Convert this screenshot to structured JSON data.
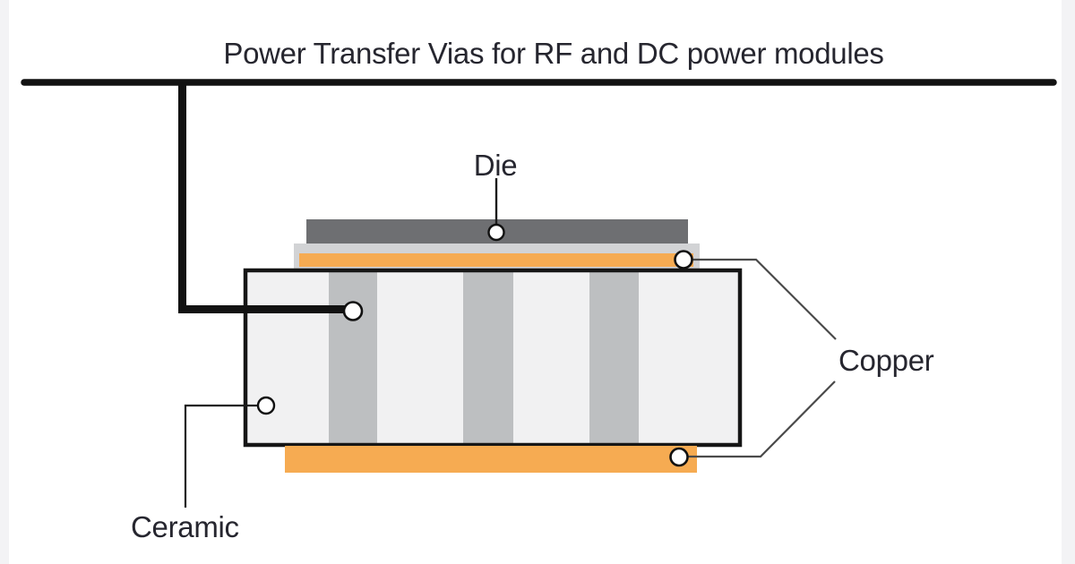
{
  "diagram": {
    "title": "Power Transfer Vias for RF and DC power modules",
    "labels": {
      "die": "Die",
      "copper": "Copper",
      "ceramic": "Ceramic"
    }
  },
  "colors": {
    "background": "#ffffff",
    "edge_tint": "#f3f3f5",
    "text": "#26262f",
    "thick_line": "#121212",
    "leader_dark": "#1c1c1c",
    "leader_gray": "#4a4a4a",
    "die_gray": "#6e6f72",
    "attach_band_gray": "#d2d3d5",
    "copper_orange": "#f6ab52",
    "ceramic_fill": "#f1f1f2",
    "via_stripe_gray": "#bdbfc1",
    "block_border": "#161616",
    "terminal_fill": "#ffffff",
    "terminal_stroke": "#111111"
  }
}
